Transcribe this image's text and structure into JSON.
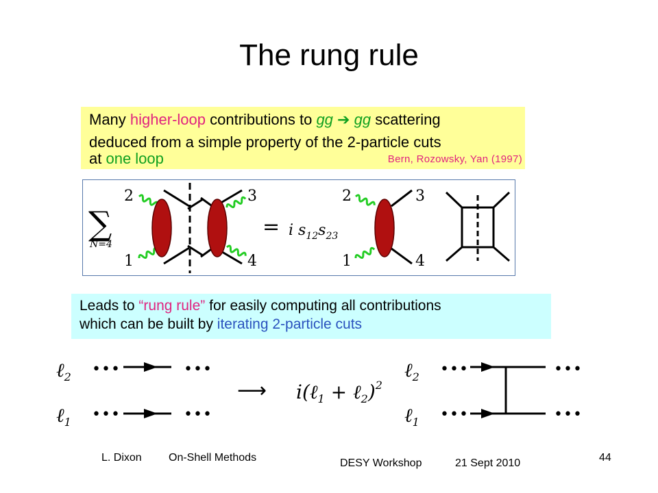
{
  "title": "The rung rule",
  "intro": {
    "line1_a": "Many ",
    "line1_b": "higher-loop",
    "line1_c": " contributions to ",
    "line1_d": "gg",
    "line1_e": " ➔ ",
    "line1_f": "gg",
    "line1_g": " scattering",
    "line2": "deduced from a simple property of the 2-particle cuts",
    "line3_a": "at ",
    "line3_b": "one loop",
    "citation": "Bern, Rozowsky, Yan (1997)"
  },
  "equation": {
    "sum_symbol": "∑",
    "sum_subscript": "N=4",
    "equals": "=",
    "factor": "i s",
    "factor_sub1": "12",
    "factor_s2": "s",
    "factor_sub2": "23",
    "labels_left": [
      "2",
      "1",
      "3",
      "4"
    ],
    "labels_right": [
      "2",
      "1",
      "3",
      "4"
    ]
  },
  "leads": {
    "line1_a": "Leads to ",
    "line1_b": "“rung rule”",
    "line1_c": " for easily computing all contributions",
    "line2_a": "which can be built by ",
    "line2_b": "iterating 2-particle cuts"
  },
  "rung": {
    "l2": "ℓ",
    "l2_sub": "2",
    "l1": "ℓ",
    "l1_sub": "1",
    "dots": "•••",
    "arrow": "⟶",
    "factor": "i(ℓ",
    "factor_sub1": "1",
    "factor_plus": " + ℓ",
    "factor_sub2": "2",
    "factor_close": ")",
    "factor_exp": "2"
  },
  "footer": {
    "author": "L. Dixon",
    "talk": "On-Shell Methods",
    "event": "DESY Workshop",
    "date": "21 Sept 2010",
    "page": "44"
  },
  "colors": {
    "highlight_pink": "#e0237f",
    "highlight_green": "#10a020",
    "highlight_blue": "#2a52be",
    "blob": "#b01010",
    "gluon": "#22cc22"
  }
}
